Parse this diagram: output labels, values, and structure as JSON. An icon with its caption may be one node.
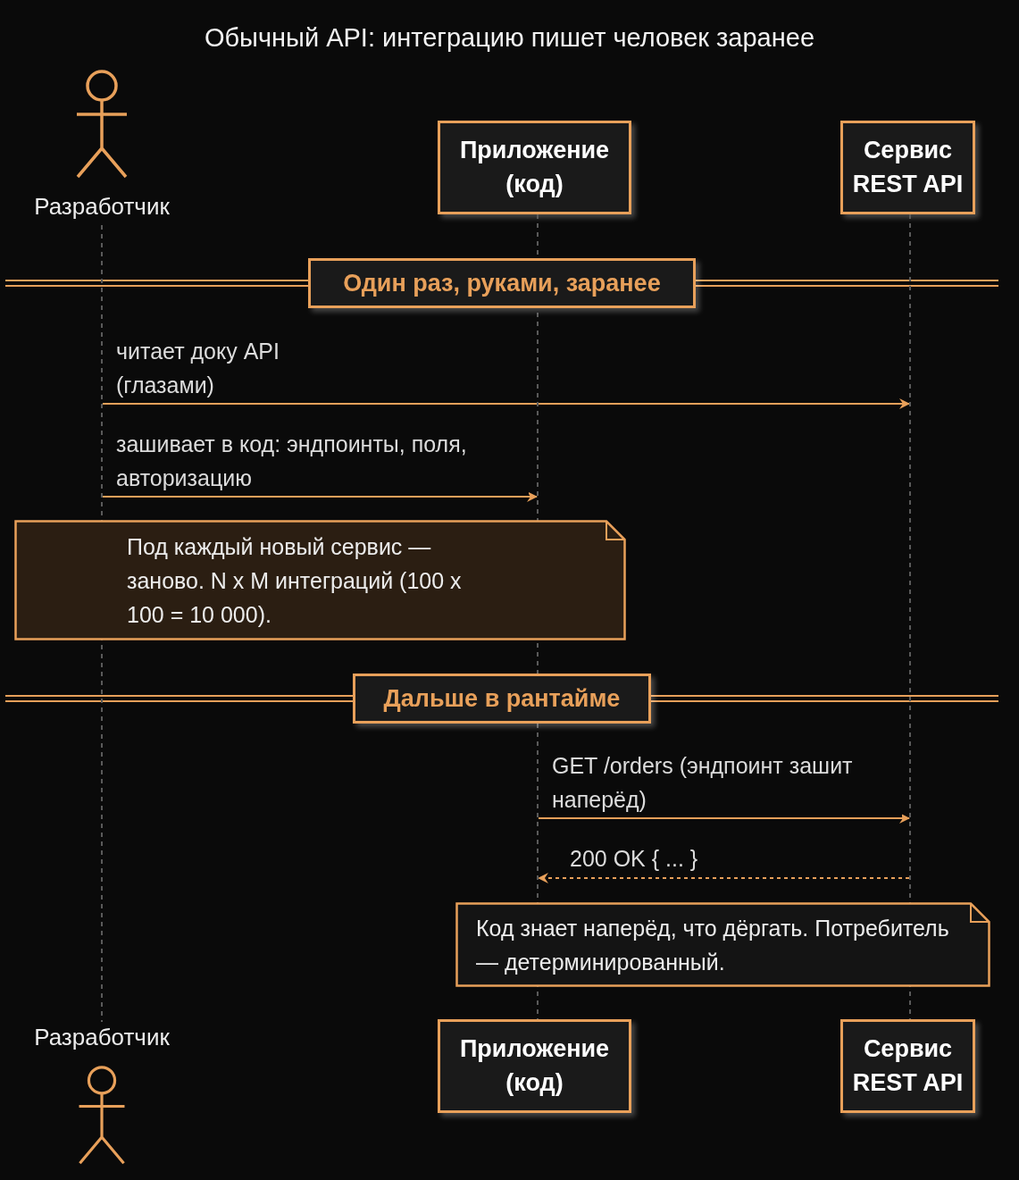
{
  "diagram": {
    "title": "Обычный API: интеграцию пишет человек заранее",
    "nodes": [
      {
        "text": [
          "Разработчик"
        ]
      },
      {
        "text": [
          "Приложение (код)"
        ]
      },
      {
        "text": [
          "Сервис REST API"
        ]
      },
      {
        "text": [],
        "shape": "line"
      },
      {
        "text": [],
        "shape": "line"
      },
      {
        "text": [],
        "shape": "line"
      },
      {
        "text": [
          "Один раз, руками, заранее"
        ]
      },
      {
        "text": [
          "Под каждый новый сервис — заново. N x M интеграций (100 x 100 = 10 000)."
        ]
      },
      {
        "text": [
          "Дальше в рантайме"
        ]
      },
      {
        "text": [
          "Код знает наперёд, что дёргать. Потребитель — детерминированный."
        ]
      },
      {
        "text": [
          "Разработчик"
        ]
      },
      {
        "text": [
          "Приложение (код)"
        ]
      },
      {
        "text": [
          "Сервис REST API"
        ]
      }
    ],
    "edges": [
      {
        "from": 3,
        "to": 5,
        "arrow": "to",
        "label": "читает доку API (глазами)"
      },
      {
        "from": 3,
        "to": 4,
        "arrow": "to",
        "label": "зашивает в код: эндпоинты, поля, авторизацию"
      },
      {
        "from": 4,
        "to": 5,
        "arrow": "to",
        "label": "GET /orders (эндпоинт зашит наперёд)"
      },
      {
        "from": 5,
        "to": 4,
        "arrow": "to",
        "label": "200 OK { ... }",
        "style": "dashed"
      }
    ]
  }
}
